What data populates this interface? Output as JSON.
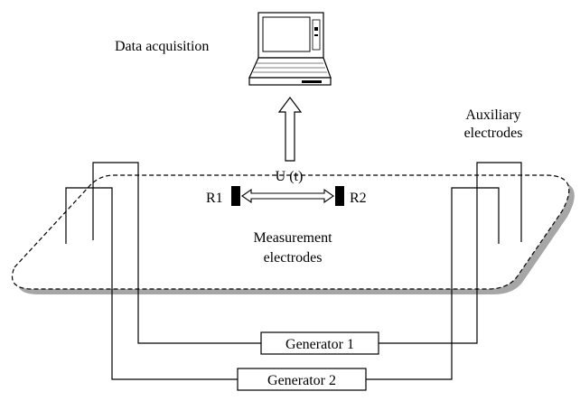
{
  "labels": {
    "data_acquisition": "Data acquisition",
    "auxiliary_line1": "Auxiliary",
    "auxiliary_line2": "electrodes",
    "signal": "U (t)",
    "r1": "R1",
    "r2": "R2",
    "measurement_line1": "Measurement",
    "measurement_line2": "electrodes",
    "generator1": "Generator 1",
    "generator2": "Generator 2"
  },
  "colors": {
    "line": "#000000",
    "shadow": "#a6a6a6",
    "background": "#ffffff"
  },
  "icons": {
    "computer": "laptop-computer-icon"
  }
}
